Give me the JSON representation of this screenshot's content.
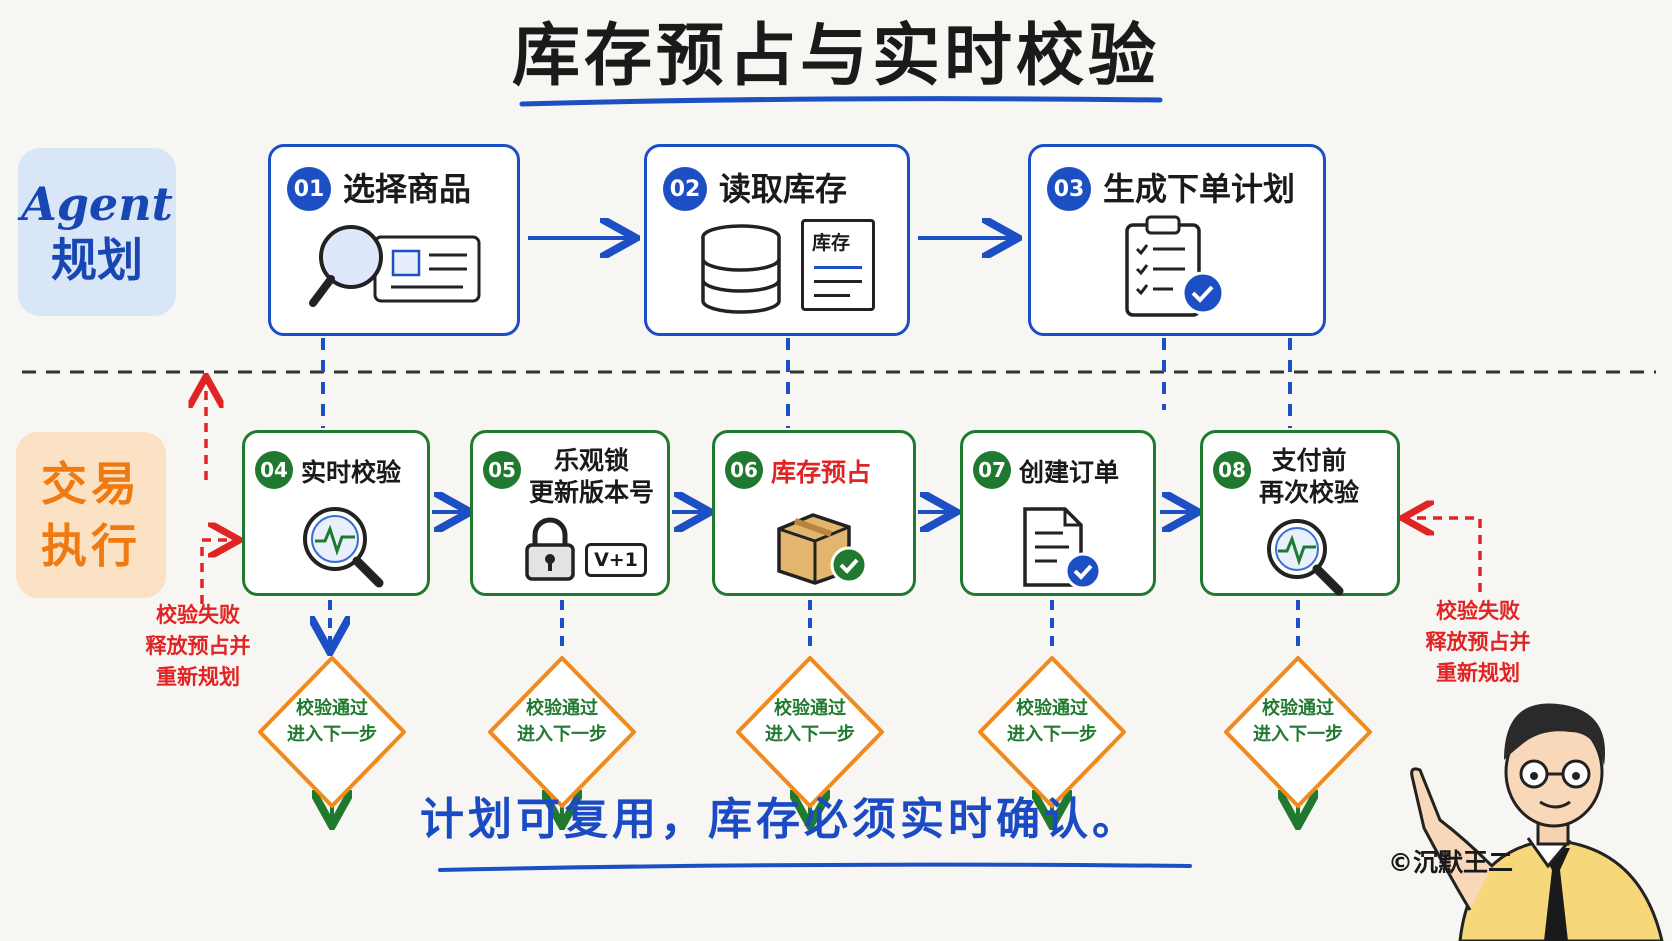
{
  "title": "库存预占与实时校验",
  "lanes": {
    "agent": {
      "line1": "Agent",
      "line2": "规划"
    },
    "trade": {
      "line1": "交易",
      "line2": "执行"
    }
  },
  "plan_steps": [
    {
      "num": "01",
      "title": "选择商品",
      "icon": "magnifier-product-card-icon"
    },
    {
      "num": "02",
      "title": "读取库存",
      "icon": "database-document-icon",
      "doc_label": "库存"
    },
    {
      "num": "03",
      "title": "生成下单计划",
      "icon": "clipboard-check-icon"
    }
  ],
  "exec_steps": [
    {
      "num": "04",
      "title": "实时校验",
      "icon": "pulse-magnifier-icon"
    },
    {
      "num": "05",
      "title": "乐观锁\n更新版本号",
      "icon": "padlock-icon",
      "tag": "V+1"
    },
    {
      "num": "06",
      "title": "库存预占",
      "icon": "box-check-icon",
      "highlight_color": "#e02424"
    },
    {
      "num": "07",
      "title": "创建订单",
      "icon": "document-check-icon"
    },
    {
      "num": "08",
      "title": "支付前\n再次校验",
      "icon": "pulse-magnifier-icon"
    }
  ],
  "decision_label": "校验通过\n进入下一步",
  "fail_note_left": "校验失败\n释放预占并\n重新规划",
  "fail_note_right": "校验失败\n释放预占并\n重新规划",
  "footer": "计划可复用，库存必须实时确认。",
  "copyright": "©沉默王二",
  "colors": {
    "plan_blue": "#1c4fc4",
    "exec_green": "#1f7a30",
    "decision_orange": "#f08a1c",
    "fail_red": "#e02424"
  }
}
